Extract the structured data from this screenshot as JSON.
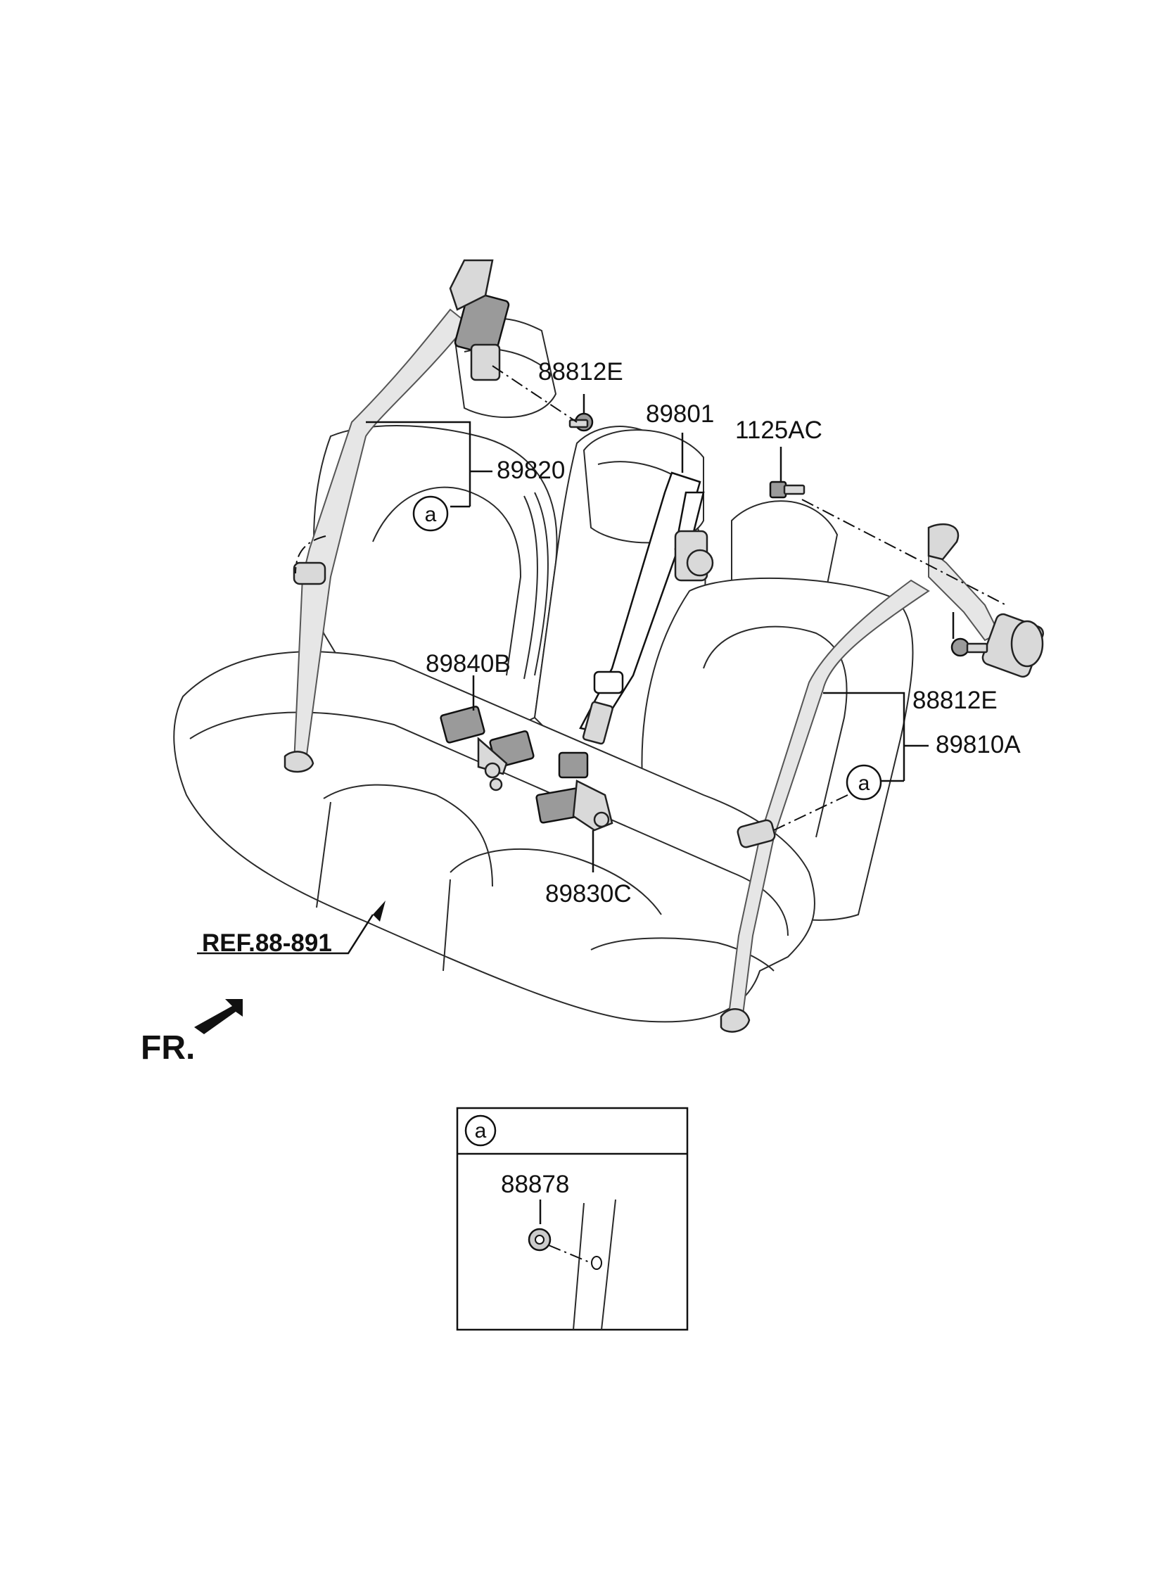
{
  "diagram": {
    "callouts": {
      "p88812E_top": "88812E",
      "p89801": "89801",
      "p1125AC": "1125AC",
      "p89820": "89820",
      "p89840B": "89840B",
      "p88812E_right": "88812E",
      "p89810A": "89810A",
      "p89830C": "89830C",
      "p88878": "88878"
    },
    "reference": "REF.88-891",
    "direction_label": "FR.",
    "detail_marker": "a"
  }
}
